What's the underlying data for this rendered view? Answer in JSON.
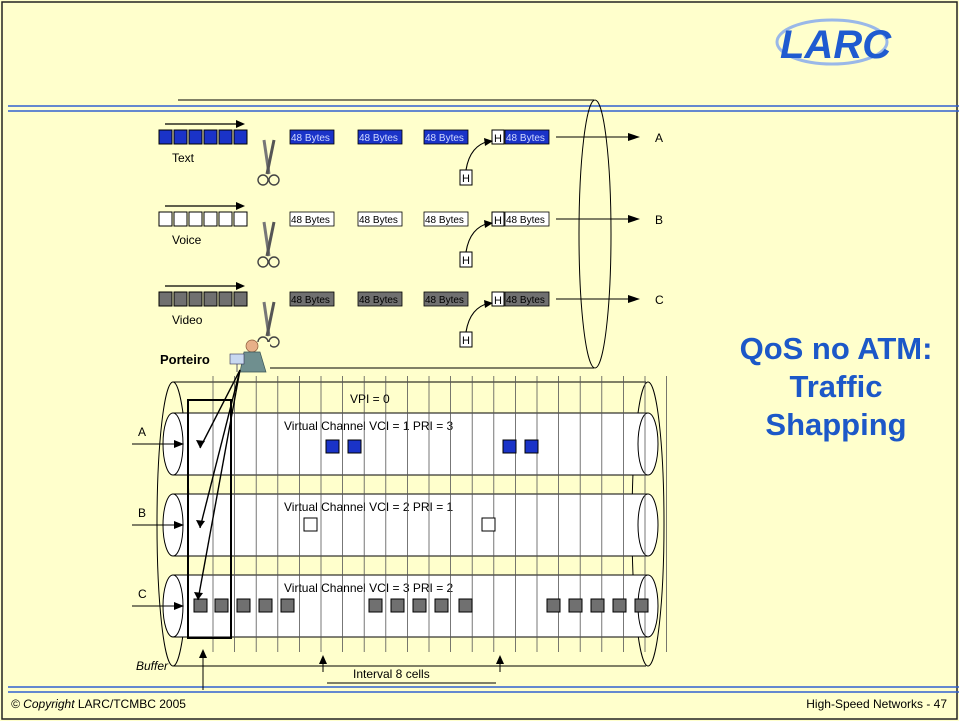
{
  "logo": {
    "text": "LARC"
  },
  "title": {
    "line1": "QoS no ATM:",
    "line2": "Traffic",
    "line3": "Shapping"
  },
  "sources": [
    {
      "label": "Text",
      "segments": [
        "48 Bytes",
        "48 Bytes",
        "48 Bytes",
        "48 Bytes"
      ],
      "header": "H",
      "output": "A",
      "color": "#1a33c8"
    },
    {
      "label": "Voice",
      "segments": [
        "48 Bytes",
        "48 Bytes",
        "48 Bytes",
        "48 Bytes"
      ],
      "header": "H",
      "output": "B",
      "color": "#ffffff"
    },
    {
      "label": "Video",
      "segments": [
        "48 Bytes",
        "48 Bytes",
        "48 Bytes",
        "48 Bytes"
      ],
      "header": "H",
      "output": "C",
      "color": "#707070"
    }
  ],
  "porteiro": "Porteiro",
  "vpi": "VPI = 0",
  "channels": [
    {
      "input": "A",
      "label": "Virtual Channel VCI = 1  PRI = 3"
    },
    {
      "input": "B",
      "label": "Virtual Channel VCI = 2  PRI = 1"
    },
    {
      "input": "C",
      "label": "Virtual Channel VCI = 3  PRI = 2"
    }
  ],
  "buffer": "Buffer",
  "interval": "Interval 8 cells",
  "footer": {
    "copyright_em": "© Copyright",
    "copyright_rest": " LARC/TCMBC 2005",
    "page": "High-Speed Networks - 47"
  }
}
